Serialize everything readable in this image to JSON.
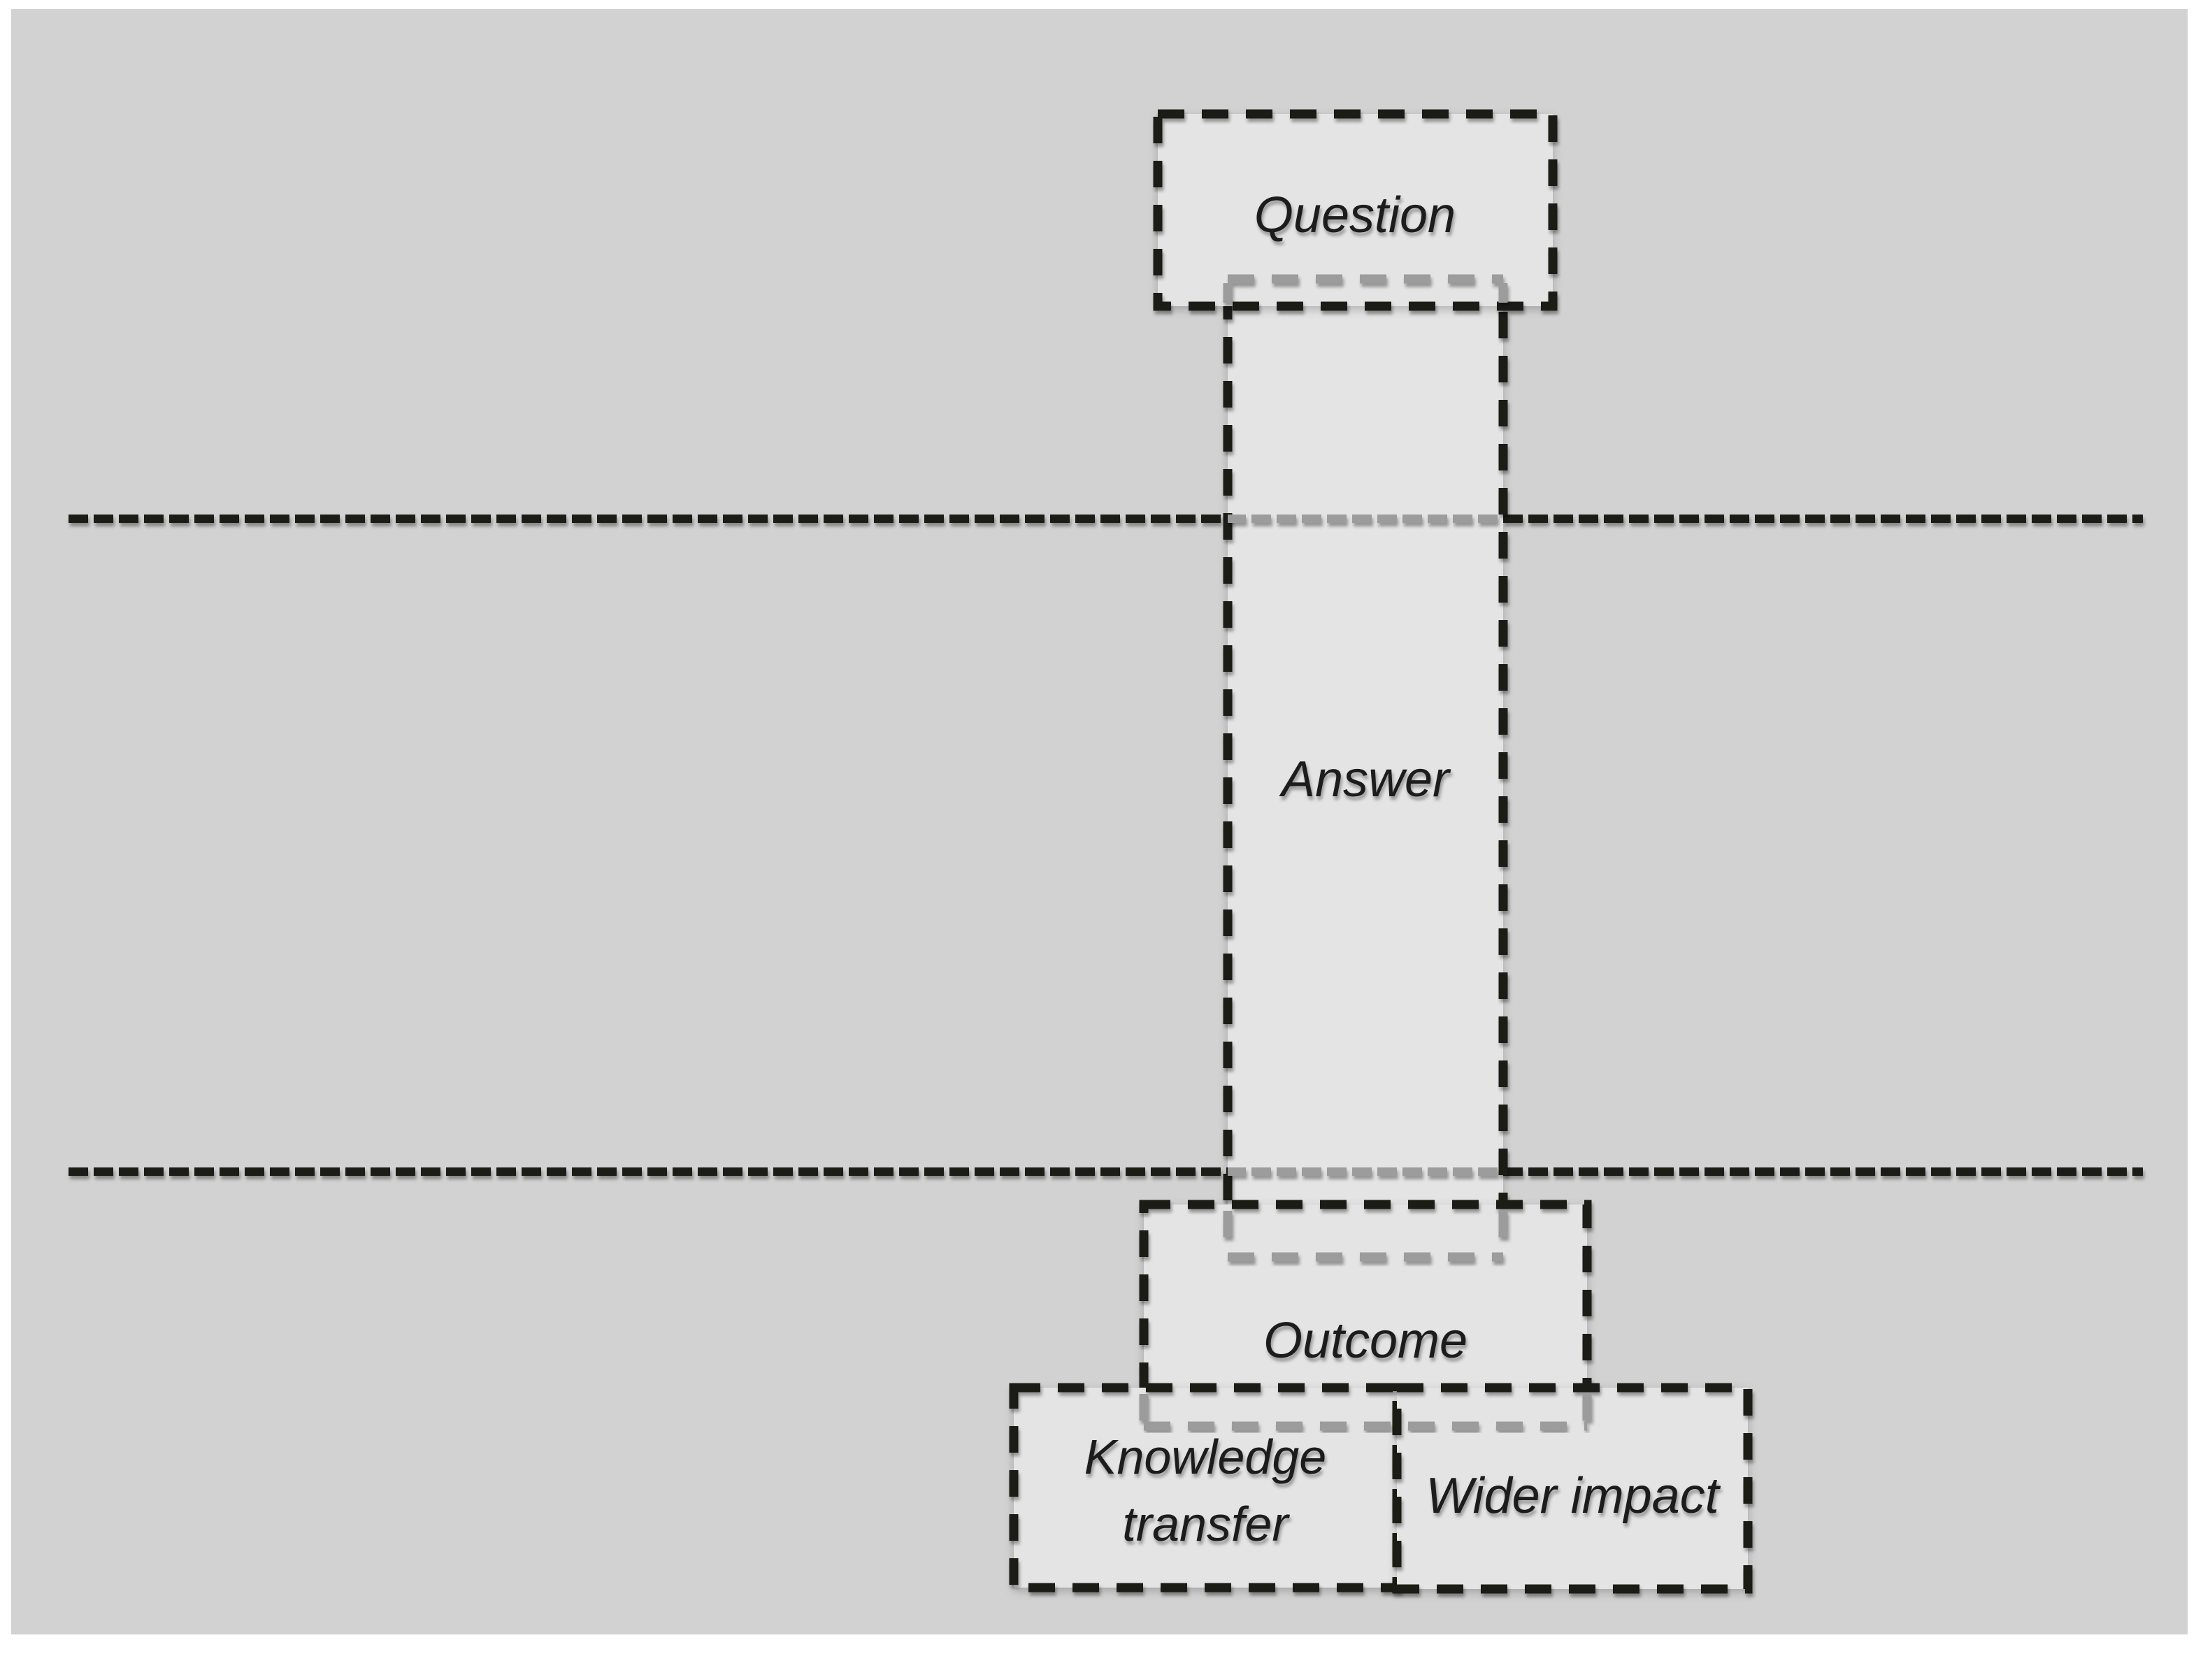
{
  "figure": {
    "background_color": "#ffffff",
    "canvas_color": "#d2d2d2",
    "box_fill_color": "#e4e4e4",
    "border_color": "#1a1a16",
    "occluded_border_color": "#9c9c9c",
    "text_color": "#1b1b1b"
  },
  "nodes": {
    "question": {
      "label": "Question"
    },
    "answer": {
      "label": "Answer"
    },
    "outcome": {
      "label": "Outcome"
    },
    "knowledge_transfer": {
      "label_line1": "Knowledge",
      "label_line2": "transfer"
    },
    "wider_impact": {
      "label": "Wider impact"
    }
  }
}
